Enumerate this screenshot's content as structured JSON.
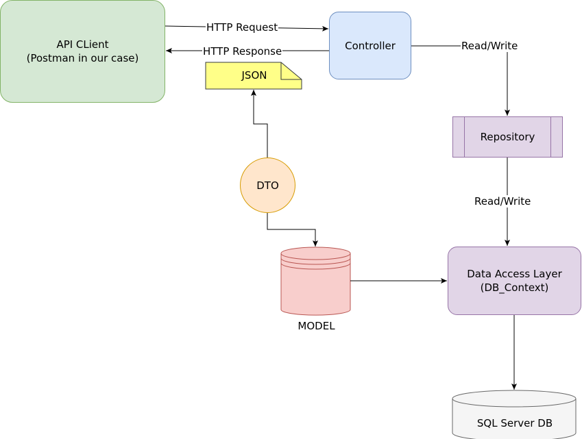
{
  "nodes": {
    "api_client": {
      "line1": "API CLient",
      "line2": "(Postman in our case)"
    },
    "controller": "Controller",
    "repository": "Repository",
    "data_access_layer": {
      "line1": "Data Access Layer",
      "line2": "(DB_Context)"
    },
    "dto": "DTO",
    "json": "JSON",
    "model": "MODEL",
    "sql_server_db": "SQL Server DB"
  },
  "edges": {
    "http_request": "HTTP Request",
    "http_response": "HTTP Response",
    "read_write_controller_repository": "Read/Write",
    "read_write_repository_dal": "Read/Write"
  },
  "colors": {
    "api_client_fill": "#d5e8d4",
    "api_client_stroke": "#82b366",
    "controller_fill": "#dae8fc",
    "controller_stroke": "#6c8ebf",
    "repository_fill": "#e1d5e7",
    "repository_stroke": "#9673a6",
    "dto_fill": "#ffe6cc",
    "dto_stroke": "#d79b00",
    "json_fill": "#ffff88",
    "json_stroke": "#36393d",
    "model_fill": "#f8cecc",
    "model_stroke": "#b85450",
    "sql_fill": "#f5f5f5",
    "sql_stroke": "#666666"
  }
}
